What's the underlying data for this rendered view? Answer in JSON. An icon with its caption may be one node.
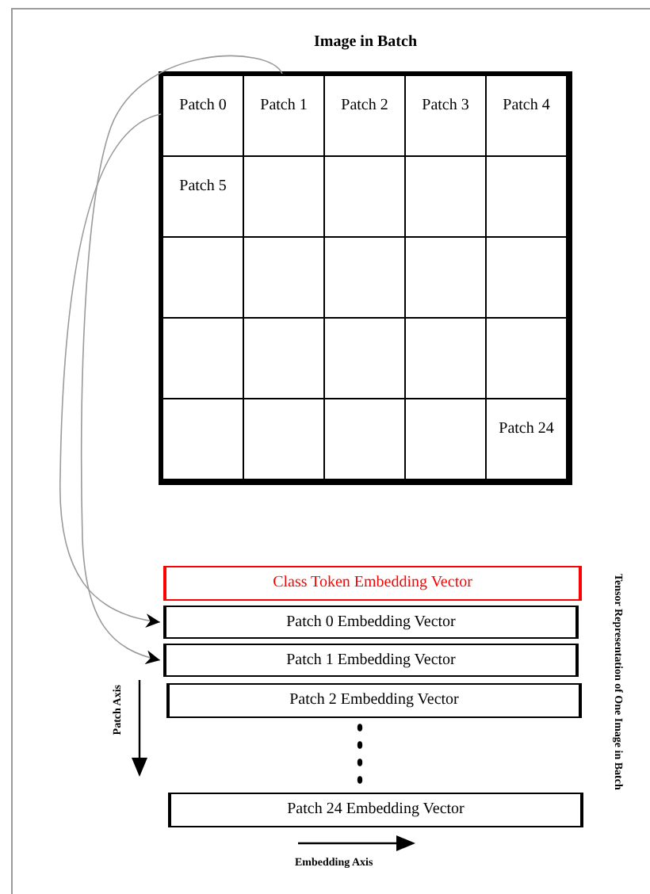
{
  "diagram": {
    "nodes": [
      {
        "text": [
          "Image in Batch"
        ]
      },
      {
        "text": [
          "Patch 0"
        ],
        "in": 0
      },
      {
        "text": [
          "Patch 1"
        ],
        "in": 0
      },
      {
        "text": [
          "Patch 2"
        ],
        "in": 0
      },
      {
        "text": [
          "Patch 3"
        ],
        "in": 0
      },
      {
        "text": [
          "Patch 4"
        ],
        "in": 0
      },
      {
        "text": [
          "Patch 5"
        ],
        "in": 0
      },
      {
        "text": [],
        "shape": "box",
        "in": 0
      },
      {
        "text": [],
        "shape": "box",
        "in": 0
      },
      {
        "text": [],
        "shape": "box",
        "in": 0
      },
      {
        "text": [],
        "shape": "box",
        "in": 0
      },
      {
        "text": [],
        "shape": "box",
        "in": 0
      },
      {
        "text": [],
        "shape": "box",
        "in": 0
      },
      {
        "text": [],
        "shape": "box",
        "in": 0
      },
      {
        "text": [],
        "shape": "box",
        "in": 0
      },
      {
        "text": [],
        "shape": "box",
        "in": 0
      },
      {
        "text": [],
        "shape": "box",
        "in": 0
      },
      {
        "text": [],
        "shape": "box",
        "in": 0
      },
      {
        "text": [],
        "shape": "box",
        "in": 0
      },
      {
        "text": [],
        "shape": "box",
        "in": 0
      },
      {
        "text": [],
        "shape": "box",
        "in": 0
      },
      {
        "text": [],
        "shape": "box",
        "in": 0
      },
      {
        "text": [],
        "shape": "box",
        "in": 0
      },
      {
        "text": [],
        "shape": "box",
        "in": 0
      },
      {
        "text": [],
        "shape": "box",
        "in": 0
      },
      {
        "text": [
          "Patch 24"
        ],
        "in": 0
      },
      {
        "text": [
          "Class Token Embedding Vector"
        ]
      },
      {
        "text": [
          "Patch 0 Embedding Vector"
        ]
      },
      {
        "text": [
          "Patch 1 Embedding Vector"
        ]
      },
      {
        "text": [
          "Patch 2 Embedding Vector"
        ]
      },
      {
        "text": [
          "Patch 24 Embedding Vector"
        ]
      }
    ],
    "edges": [
      {
        "from": 1,
        "to": 27,
        "arrow": "to",
        "color": "#9a9a9a"
      },
      {
        "from": 2,
        "to": 28,
        "arrow": "to",
        "color": "#9a9a9a"
      }
    ],
    "labels": [
      "Patch Axis",
      "Embedding Axis",
      "Tensor Representation of One Image in Batch"
    ]
  }
}
